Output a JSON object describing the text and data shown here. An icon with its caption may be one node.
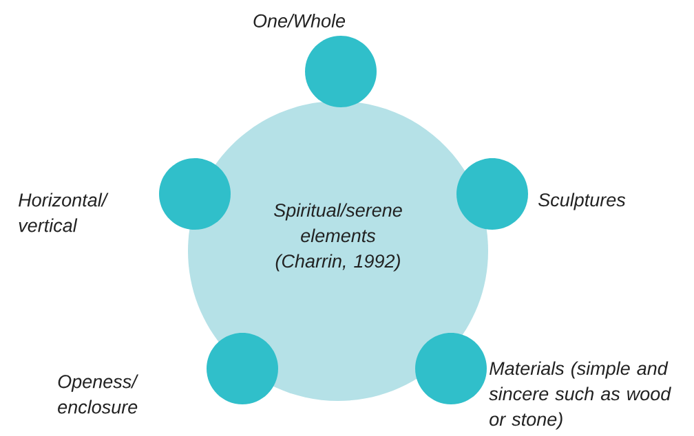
{
  "diagram": {
    "nodes": [
      {
        "text": [
          "Spiritual/serene elements (Charrin, 1992)"
        ]
      },
      {
        "text": [],
        "shape": "circle",
        "beside": [
          "One/Whole"
        ]
      },
      {
        "text": [],
        "shape": "circle",
        "beside": [
          "Horizontal/ vertical"
        ]
      },
      {
        "text": [],
        "shape": "circle",
        "beside": [
          "Sculptures"
        ]
      },
      {
        "text": [],
        "shape": "circle",
        "beside": [
          "Openess/ enclosure"
        ]
      },
      {
        "text": [],
        "shape": "circle",
        "beside": [
          "Materials (simple and sincere such as wood or stone)"
        ]
      }
    ]
  }
}
